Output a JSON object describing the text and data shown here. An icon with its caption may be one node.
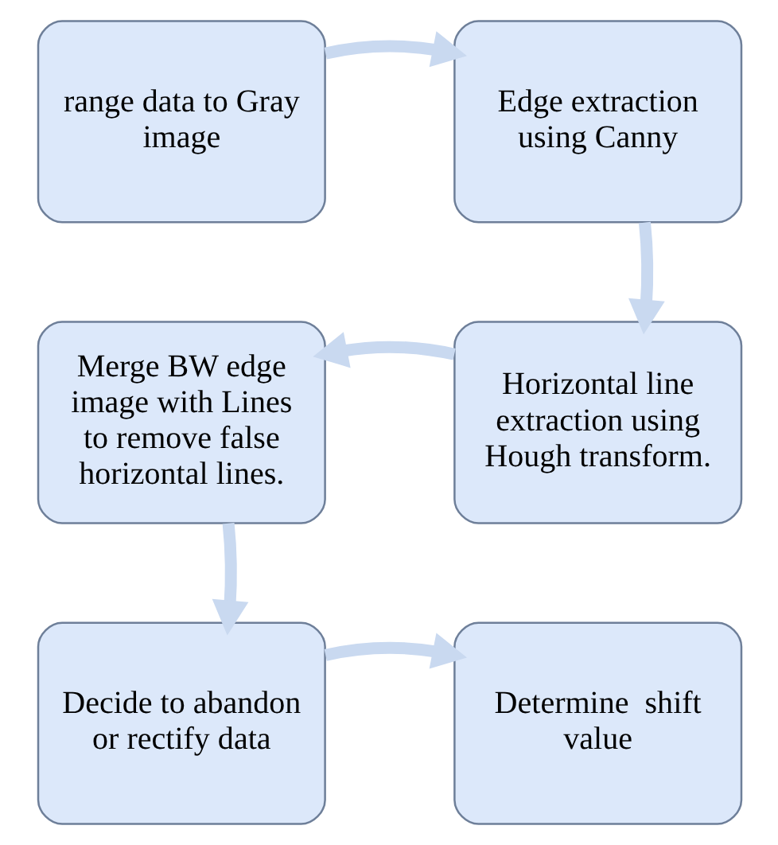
{
  "diagram": {
    "nodes": [
      {
        "text": [
          "range data to Gray image"
        ]
      },
      {
        "text": [
          "Edge extraction using Canny"
        ]
      },
      {
        "text": [
          "Horizontal line extraction using Hough transform."
        ]
      },
      {
        "text": [
          "Merge BW edge image with Lines to remove false horizontal lines."
        ]
      },
      {
        "text": [
          "Decide to abandon or rectify data"
        ]
      },
      {
        "text": [
          "Determine  shift value"
        ]
      }
    ],
    "edges": [
      {
        "from": 0,
        "to": 1,
        "arrow": "to"
      },
      {
        "from": 1,
        "to": 2,
        "arrow": "to"
      },
      {
        "from": 2,
        "to": 3,
        "arrow": "to"
      },
      {
        "from": 3,
        "to": 4,
        "arrow": "to"
      },
      {
        "from": 4,
        "to": 5,
        "arrow": "to"
      }
    ]
  }
}
